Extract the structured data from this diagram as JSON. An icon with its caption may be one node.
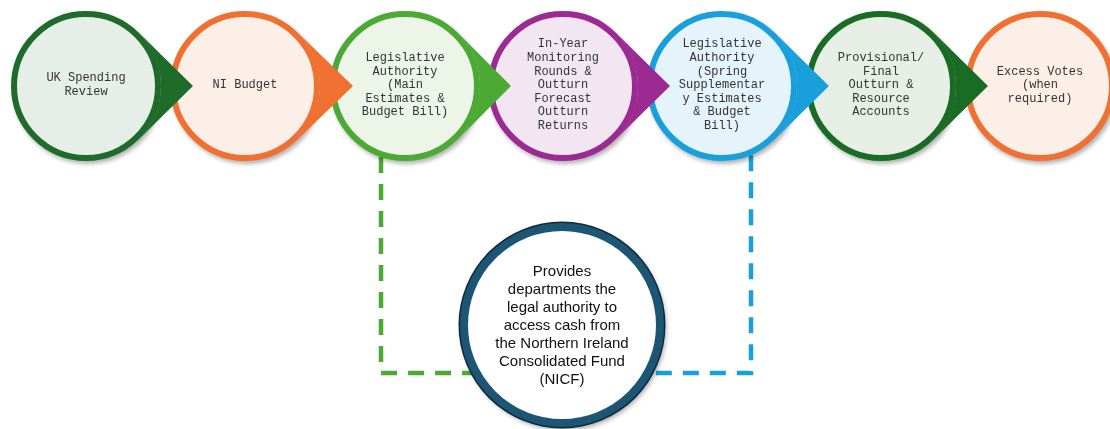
{
  "diagram": {
    "nodes": [
      {
        "text": [
          "UK Spending Review"
        ]
      },
      {
        "text": [
          "NI Budget"
        ]
      },
      {
        "text": [
          "Legislative Authority (Main Estimates & Budget Bill)"
        ]
      },
      {
        "text": [
          "In-Year Monitoring Rounds & Outturn Forecast Outturn Returns"
        ]
      },
      {
        "text": [
          "Legislative Authority (Spring Supplementary Estimates & Budget Bill)"
        ]
      },
      {
        "text": [
          "Provisional/ Final Outturn & Resource Accounts"
        ]
      },
      {
        "text": [
          "Excess Votes (when required)"
        ]
      },
      {
        "text": [
          "Provides departments the legal authority to access cash from the Northern Ireland Consolidated Fund (NICF)"
        ]
      }
    ],
    "edges": [
      {
        "from": 0,
        "to": 1,
        "arrow": "to",
        "color": "#1e6b2a"
      },
      {
        "from": 1,
        "to": 2,
        "arrow": "to",
        "color": "#ef7030"
      },
      {
        "from": 2,
        "to": 3,
        "arrow": "to",
        "color": "#4caa34"
      },
      {
        "from": 3,
        "to": 4,
        "arrow": "to",
        "color": "#9c2a93"
      },
      {
        "from": 4,
        "to": 5,
        "arrow": "to",
        "color": "#19a0dc"
      },
      {
        "from": 5,
        "to": 6,
        "arrow": "to",
        "color": "#1a6b24"
      },
      {
        "from": 2,
        "to": 7,
        "arrow": "none",
        "style": "dashed",
        "color": "#4caa34"
      },
      {
        "from": 4,
        "to": 7,
        "arrow": "none",
        "style": "dashed",
        "color": "#19a0dc"
      }
    ]
  }
}
